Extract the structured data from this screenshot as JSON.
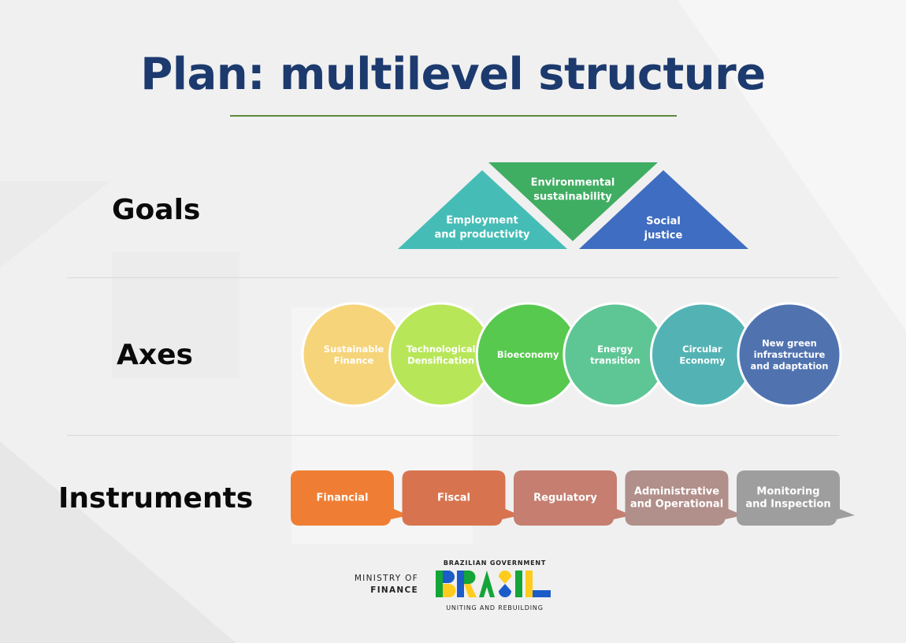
{
  "title": "Plan: multilevel structure",
  "row_labels": {
    "goals": "Goals",
    "axes": "Axes",
    "instruments": "Instruments"
  },
  "goals": [
    {
      "lines": [
        "Employment",
        "and productivity"
      ],
      "color": "#45bdb6"
    },
    {
      "lines": [
        "Environmental",
        "sustainability"
      ],
      "color": "#3fad62"
    },
    {
      "lines": [
        "Social",
        "justice"
      ],
      "color": "#3f6dc1"
    }
  ],
  "axes": [
    {
      "lines": [
        "Sustainable",
        "Finance"
      ],
      "color": "#f6d47a"
    },
    {
      "lines": [
        "Technological",
        "Densification"
      ],
      "color": "#b8e659"
    },
    {
      "lines": [
        "Bioeconomy"
      ],
      "color": "#58c94f"
    },
    {
      "lines": [
        "Energy",
        "transition"
      ],
      "color": "#5ec695"
    },
    {
      "lines": [
        "Circular",
        "Economy"
      ],
      "color": "#53b3b4"
    },
    {
      "lines": [
        "New green",
        "infrastructure",
        "and adaptation"
      ],
      "color": "#5073b0"
    }
  ],
  "instruments": [
    {
      "lines": [
        "Financial"
      ],
      "color": "#ef7e34"
    },
    {
      "lines": [
        "Fiscal"
      ],
      "color": "#d7744f"
    },
    {
      "lines": [
        "Regulatory"
      ],
      "color": "#c57e70"
    },
    {
      "lines": [
        "Administrative",
        "and Operational"
      ],
      "color": "#b18f8a"
    },
    {
      "lines": [
        "Monitoring",
        "and Inspection"
      ],
      "color": "#9e9e9e"
    }
  ],
  "footer": {
    "ministry_line1": "MINISTRY OF",
    "ministry_line2": "FINANCE",
    "gov_top": "BRAZILIAN GOVERNMENT",
    "logo_word": "BRASIL",
    "gov_bottom": "UNITING AND REBUILDING"
  },
  "colors": {
    "title": "#1c3a6e",
    "title_rule": "#5b8a3c",
    "brand_green": "#13a538",
    "brand_yellow": "#ffcc1d",
    "brand_blue": "#1b5cc9"
  }
}
